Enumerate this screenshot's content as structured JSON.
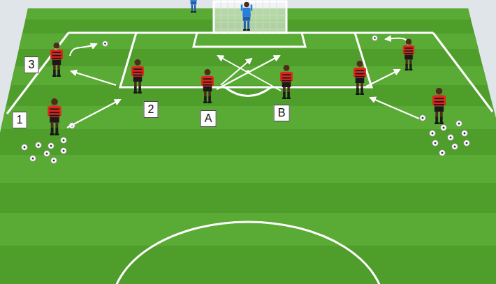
{
  "diagram": {
    "labels": [
      "3",
      "1",
      "2",
      "A",
      "B"
    ]
  }
}
